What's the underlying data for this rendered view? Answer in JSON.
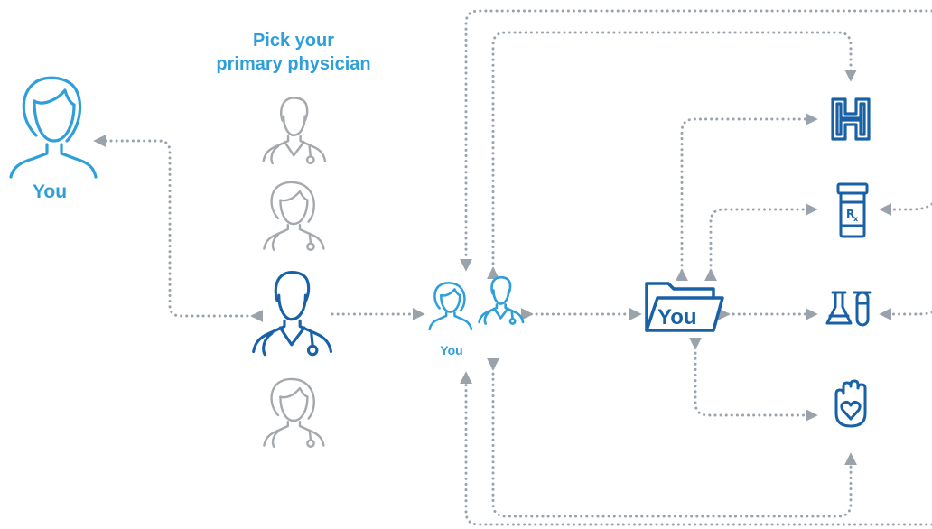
{
  "header": {
    "title_line1": "Pick your",
    "title_line2": "primary physician"
  },
  "patient": {
    "label": "You",
    "icon": "patient-female-icon"
  },
  "physicians": [
    {
      "icon": "doctor-male-icon",
      "selected": false
    },
    {
      "icon": "doctor-female-icon",
      "selected": false
    },
    {
      "icon": "doctor-male-icon",
      "selected": true
    },
    {
      "icon": "doctor-female-icon",
      "selected": false
    }
  ],
  "pair": {
    "label": "You",
    "icons": [
      "patient-female-icon",
      "doctor-male-icon"
    ]
  },
  "record": {
    "label": "You",
    "icon": "folder-icon"
  },
  "services": [
    {
      "icon": "hospital-icon"
    },
    {
      "icon": "pharmacy-rx-icon"
    },
    {
      "icon": "lab-flask-icon"
    },
    {
      "icon": "care-hand-heart-icon"
    }
  ],
  "colors": {
    "accent": "#2e9fd9",
    "selected": "#1961a6",
    "muted": "#a5a9ad",
    "connector": "#9aa3ab",
    "text": "#2e9fd9"
  }
}
